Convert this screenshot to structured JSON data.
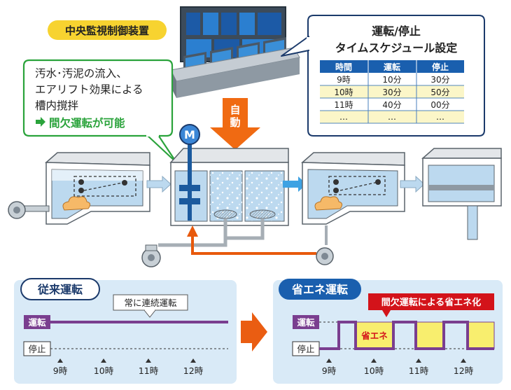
{
  "control": {
    "label": "中央監視制御装置"
  },
  "bubble_left": {
    "line1": "汚水･汚泥の流入、",
    "line2": "エアリフト効果による",
    "line3": "槽内撹拌",
    "highlight": "間欠運転が可能"
  },
  "auto_label": [
    "自",
    "動"
  ],
  "motor_label": "M",
  "schedule": {
    "title1": "運転/停止",
    "title2": "タイムスケジュール設定",
    "headers": [
      "時間",
      "運転",
      "停止"
    ],
    "rows": [
      [
        "9時",
        "10分",
        "30分"
      ],
      [
        "10時",
        "30分",
        "50分"
      ],
      [
        "11時",
        "40分",
        "00分"
      ],
      [
        "…",
        "…",
        "…"
      ]
    ]
  },
  "conventional": {
    "title": "従来運転",
    "callout": "常に連続運転",
    "run_label": "運転",
    "stop_label": "停止",
    "hours": [
      "9時",
      "10時",
      "11時",
      "12時"
    ]
  },
  "energy_saving": {
    "title": "省エネ運転",
    "callout": "間欠運転による省エネ化",
    "savings_label": "省エネ",
    "run_label": "運転",
    "stop_label": "停止",
    "hours": [
      "9時",
      "10時",
      "11時",
      "12時"
    ]
  },
  "colors": {
    "navy": "#1b3a6b",
    "green": "#2aa33b",
    "orange": "#e8590c",
    "purple": "#7a3e8f",
    "yellow": "#f8ee6e",
    "red": "#d3131a",
    "light_blue": "#d9eaf7",
    "table_blue": "#1a5fae"
  }
}
